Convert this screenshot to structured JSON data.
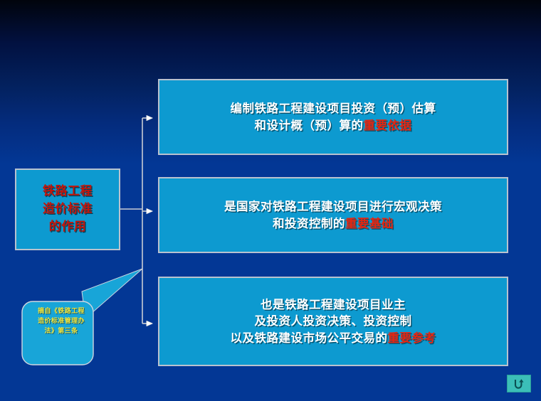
{
  "slide": {
    "title_box": {
      "lines": "铁路工程\n造价标准\n的作用"
    },
    "boxes": [
      {
        "id": "box-1",
        "text_plain": "编制铁路工程建设项目投资（预）估算\n和设计概（预）算的",
        "highlight": "重要依据",
        "full_text": "编制铁路工程建设项目投资（预）估算\n和设计概（预）算的重要依据"
      },
      {
        "id": "box-2",
        "text_plain": "是国家对铁路工程建设项目进行宏观决策\n和投资控制的",
        "highlight": "重要基础",
        "full_text": "是国家对铁路工程建设项目进行宏观决策\n和投资控制的重要基础"
      },
      {
        "id": "box-3",
        "text_plain": "也是铁路工程建设项目业主\n及投资人投资决策、投资控制\n以及铁路建设市场公平交易的",
        "highlight": "重要参考",
        "full_text": "也是铁路工程建设项目业主\n及投资人投资决策、投资控制\n以及铁路建设市场公平交易的重要参考"
      }
    ],
    "callout": {
      "text": "摘自《铁路工程\n造价标准管理办\n法》第三条"
    },
    "return_button": {
      "icon": "return-arrow-icon",
      "label": "U"
    },
    "colors": {
      "box_fill": "#0d9ad0",
      "box_border": "#b9c2cf",
      "background_top": "#01040c",
      "background_bottom": "#033795",
      "highlight_red": "#e8250f",
      "title_red": "#c4150a",
      "callout_yellow": "#f3e63c",
      "return_teal": "#3bbfb8",
      "connector_line": "#c9ccd4"
    }
  }
}
